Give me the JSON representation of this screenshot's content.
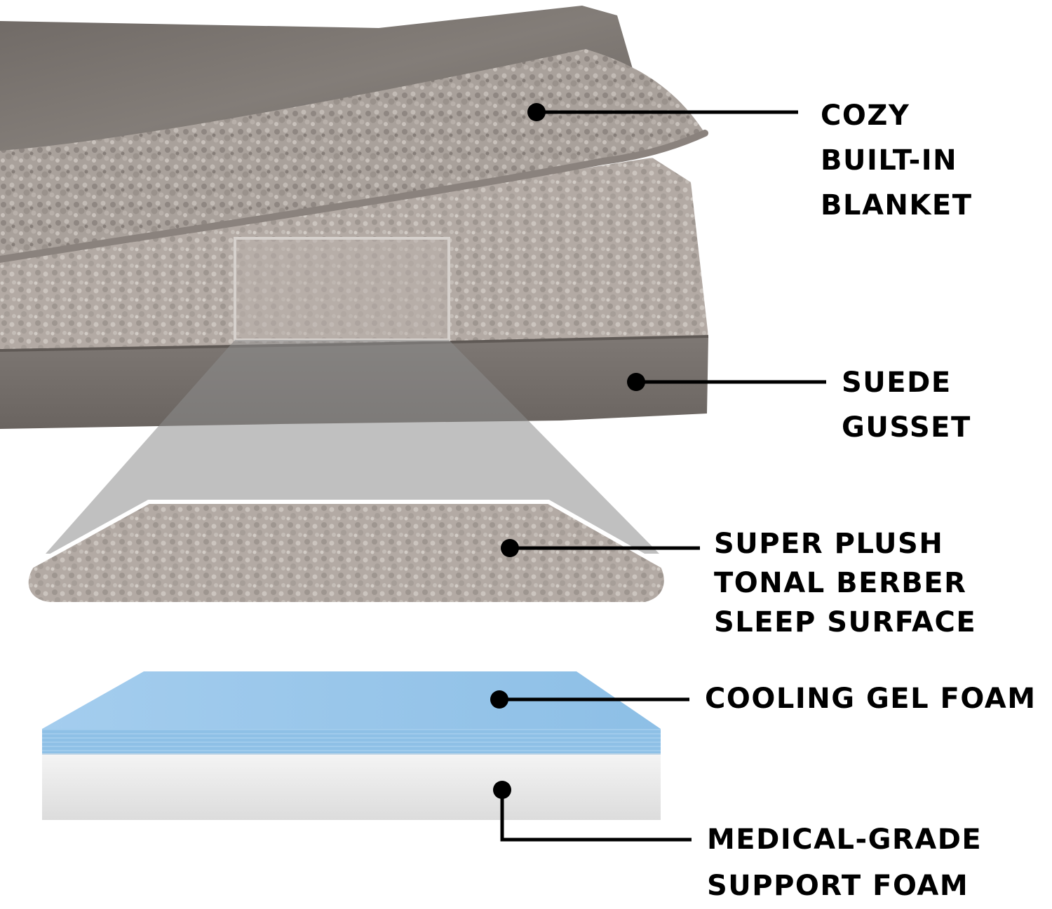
{
  "colors": {
    "background": "#ffffff",
    "leader_line": "#000000",
    "suede": "#7d7773",
    "sherpa": "#a8a09a",
    "gel_foam": "#9cc7e8",
    "support_foam": "#ececec"
  },
  "callouts": [
    {
      "id": "blanket",
      "lines": [
        "COZY",
        "BUILT-IN",
        "BLANKET"
      ]
    },
    {
      "id": "gusset",
      "lines": [
        "SUEDE",
        "GUSSET"
      ]
    },
    {
      "id": "berber",
      "lines": [
        "SUPER PLUSH",
        "TONAL BERBER",
        "SLEEP SURFACE"
      ]
    },
    {
      "id": "gel",
      "lines": [
        "COOLING GEL FOAM"
      ]
    },
    {
      "id": "support",
      "lines": [
        "MEDICAL-GRADE",
        "SUPPORT FOAM"
      ]
    }
  ]
}
